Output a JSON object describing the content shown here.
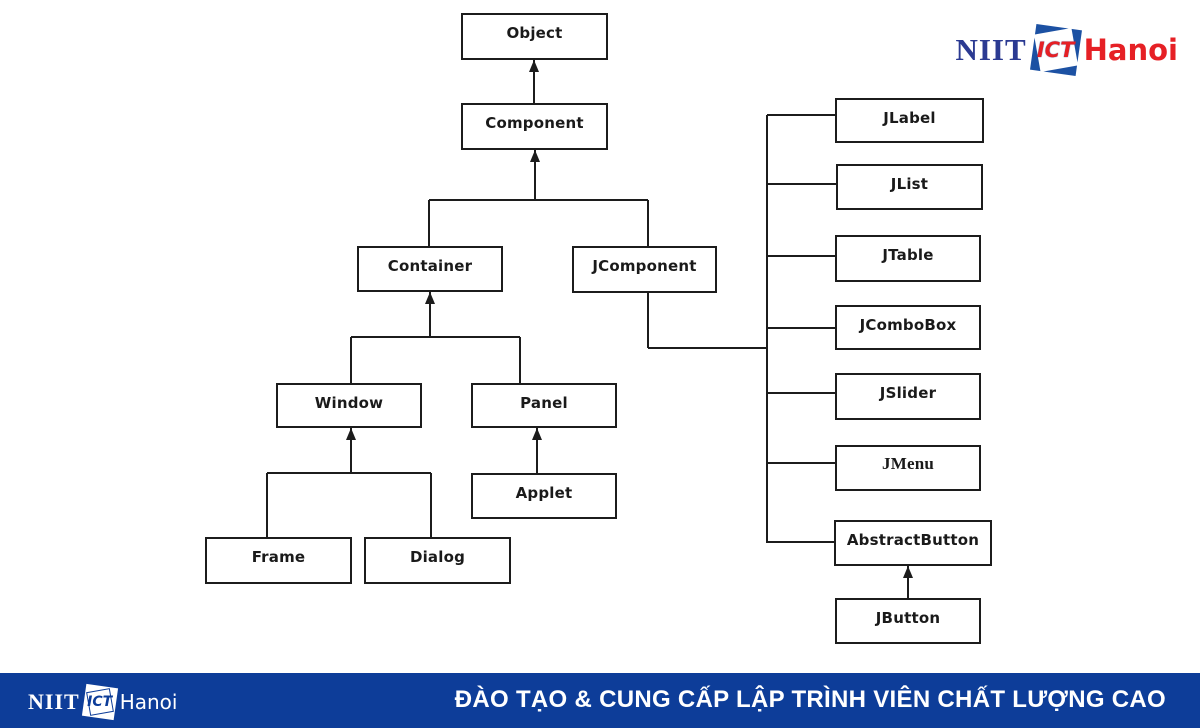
{
  "diagram": {
    "title_implicit": "AWT/Swing component class hierarchy",
    "nodes": {
      "object": {
        "label": "Object"
      },
      "component": {
        "label": "Component"
      },
      "container": {
        "label": "Container"
      },
      "jcomponent": {
        "label": "JComponent"
      },
      "window": {
        "label": "Window"
      },
      "panel": {
        "label": "Panel"
      },
      "applet": {
        "label": "Applet"
      },
      "frame": {
        "label": "Frame"
      },
      "dialog": {
        "label": "Dialog"
      },
      "jlabel": {
        "label": "JLabel"
      },
      "jlist": {
        "label": "JList"
      },
      "jtable": {
        "label": "JTable"
      },
      "jcombobox": {
        "label": "JComboBox"
      },
      "jslider": {
        "label": "JSlider"
      },
      "jmenu": {
        "label": "JMenu"
      },
      "abstractbutton": {
        "label": "AbstractButton"
      },
      "jbutton": {
        "label": "JButton"
      }
    },
    "edges": [
      {
        "from": "Component",
        "to": "Object",
        "arrow": true
      },
      {
        "from": "Container",
        "to": "Component",
        "arrow": true
      },
      {
        "from": "JComponent",
        "to": "Component",
        "arrow": true
      },
      {
        "from": "Window",
        "to": "Container",
        "arrow": true
      },
      {
        "from": "Panel",
        "to": "Container",
        "arrow": true
      },
      {
        "from": "Frame",
        "to": "Window",
        "arrow": true
      },
      {
        "from": "Dialog",
        "to": "Window",
        "arrow": true
      },
      {
        "from": "Applet",
        "to": "Panel",
        "arrow": true
      },
      {
        "from": "JLabel",
        "to": "JComponent",
        "arrow": false
      },
      {
        "from": "JList",
        "to": "JComponent",
        "arrow": false
      },
      {
        "from": "JTable",
        "to": "JComponent",
        "arrow": false
      },
      {
        "from": "JComboBox",
        "to": "JComponent",
        "arrow": false
      },
      {
        "from": "JSlider",
        "to": "JComponent",
        "arrow": false
      },
      {
        "from": "JMenu",
        "to": "JComponent",
        "arrow": false
      },
      {
        "from": "AbstractButton",
        "to": "JComponent",
        "arrow": false
      },
      {
        "from": "JButton",
        "to": "AbstractButton",
        "arrow": true
      }
    ]
  },
  "logo": {
    "niit": "NIIT",
    "ict": "ICT",
    "city": "Hanoi"
  },
  "footer": {
    "banner_text": "ĐÀO TẠO & CUNG CẤP LẬP TRÌNH VIÊN CHẤT LƯỢNG CAO"
  },
  "colors": {
    "banner_blue": "#0d3d99",
    "logo_navy": "#2b3a92",
    "logo_square_blue": "#1c51a3",
    "logo_red": "#e62025",
    "line_black": "#1c1c1c"
  }
}
